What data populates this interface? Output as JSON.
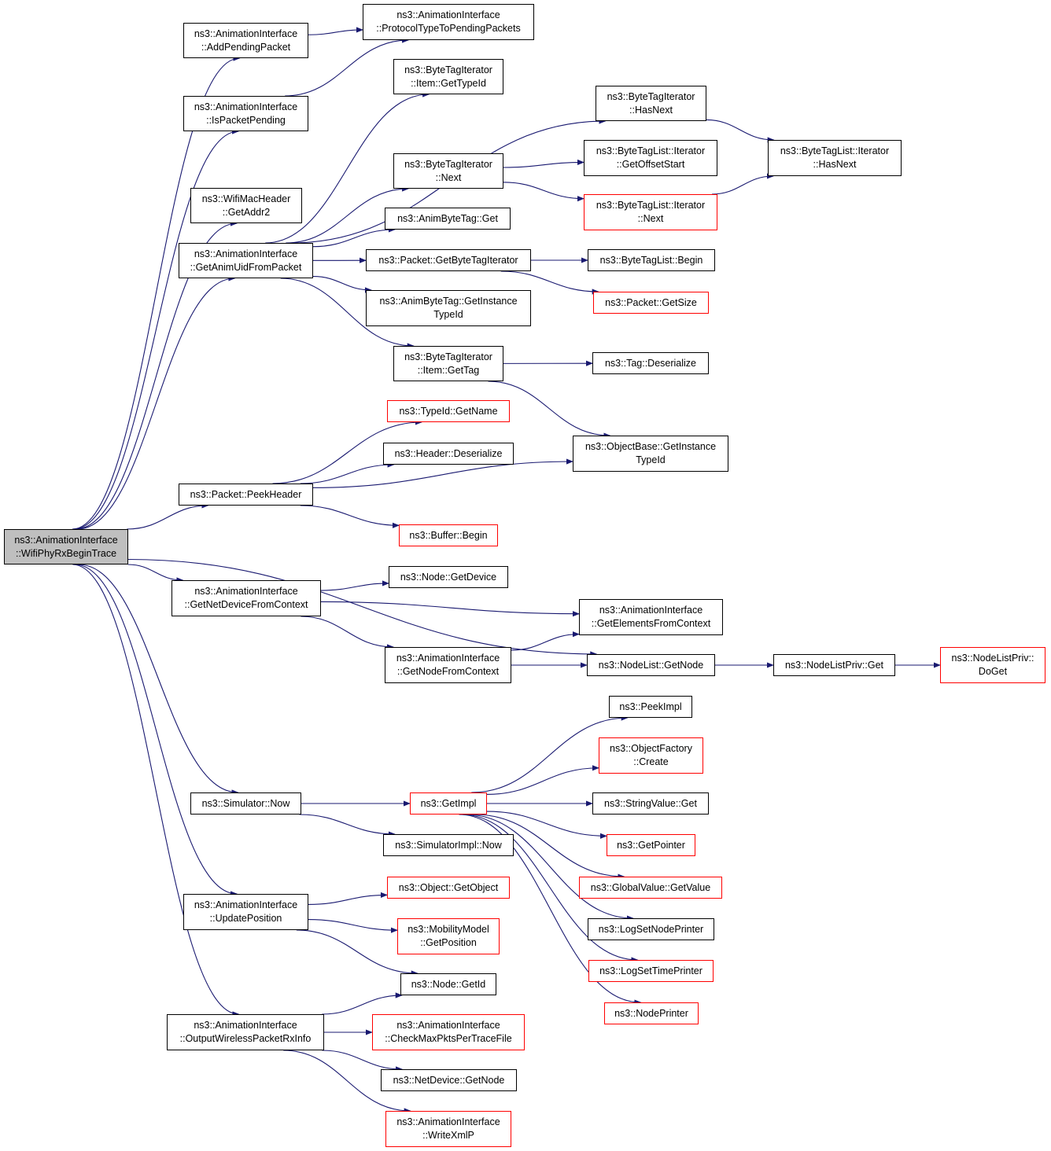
{
  "colors": {
    "edge": "#191970",
    "box_border": "#000000",
    "box_border_red": "#ff0000",
    "root_fill": "#bfbfbf"
  },
  "nodes": [
    {
      "id": "root",
      "label": "ns3::AnimationInterface\n::WifiPhyRxBeginTrace",
      "root": true
    },
    {
      "id": "addPending",
      "label": "ns3::AnimationInterface\n::AddPendingPacket"
    },
    {
      "id": "protoType",
      "label": "ns3::AnimationInterface\n::ProtocolTypeToPendingPackets"
    },
    {
      "id": "isPending",
      "label": "ns3::AnimationInterface\n::IsPacketPending"
    },
    {
      "id": "getAddr2",
      "label": "ns3::WifiMacHeader\n::GetAddr2"
    },
    {
      "id": "getAnimUid",
      "label": "ns3::AnimationInterface\n::GetAnimUidFromPacket"
    },
    {
      "id": "itemGetTypeId",
      "label": "ns3::ByteTagIterator\n::Item::GetTypeId"
    },
    {
      "id": "btiHasNext",
      "label": "ns3::ByteTagIterator\n::HasNext"
    },
    {
      "id": "btlIterHasNext",
      "label": "ns3::ByteTagList::Iterator\n::HasNext"
    },
    {
      "id": "btiNext",
      "label": "ns3::ByteTagIterator\n::Next"
    },
    {
      "id": "btlGetOffsetStart",
      "label": "ns3::ByteTagList::Iterator\n::GetOffsetStart"
    },
    {
      "id": "btlIterNext",
      "label": "ns3::ByteTagList::Iterator\n::Next",
      "red": true
    },
    {
      "id": "animByteTagGet",
      "label": "ns3::AnimByteTag::Get"
    },
    {
      "id": "pktGetBTI",
      "label": "ns3::Packet::GetByteTagIterator"
    },
    {
      "id": "btlBegin",
      "label": "ns3::ByteTagList::Begin"
    },
    {
      "id": "pktGetSize",
      "label": "ns3::Packet::GetSize",
      "red": true
    },
    {
      "id": "animGetInstTypeId",
      "label": "ns3::AnimByteTag::GetInstance\nTypeId"
    },
    {
      "id": "itemGetTag",
      "label": "ns3::ByteTagIterator\n::Item::GetTag"
    },
    {
      "id": "tagDeser",
      "label": "ns3::Tag::Deserialize"
    },
    {
      "id": "typeIdGetName",
      "label": "ns3::TypeId::GetName",
      "red": true
    },
    {
      "id": "headerDeser",
      "label": "ns3::Header::Deserialize"
    },
    {
      "id": "objBaseGetInst",
      "label": "ns3::ObjectBase::GetInstance\nTypeId"
    },
    {
      "id": "peekHeader",
      "label": "ns3::Packet::PeekHeader"
    },
    {
      "id": "bufferBegin",
      "label": "ns3::Buffer::Begin",
      "red": true
    },
    {
      "id": "getNetDevice",
      "label": "ns3::AnimationInterface\n::GetNetDeviceFromContext"
    },
    {
      "id": "nodeGetDevice",
      "label": "ns3::Node::GetDevice"
    },
    {
      "id": "getElements",
      "label": "ns3::AnimationInterface\n::GetElementsFromContext"
    },
    {
      "id": "getNodeFromCtx",
      "label": "ns3::AnimationInterface\n::GetNodeFromContext"
    },
    {
      "id": "nodeListGetNode",
      "label": "ns3::NodeList::GetNode"
    },
    {
      "id": "nodeListPrivGet",
      "label": "ns3::NodeListPriv::Get"
    },
    {
      "id": "nodeListPrivDoGet",
      "label": "ns3::NodeListPriv::\nDoGet",
      "red": true
    },
    {
      "id": "peekImpl",
      "label": "ns3::PeekImpl"
    },
    {
      "id": "objFactoryCreate",
      "label": "ns3::ObjectFactory\n::Create",
      "red": true
    },
    {
      "id": "simNow",
      "label": "ns3::Simulator::Now"
    },
    {
      "id": "getImpl",
      "label": "ns3::GetImpl",
      "red": true
    },
    {
      "id": "stringValueGet",
      "label": "ns3::StringValue::Get"
    },
    {
      "id": "simImplNow",
      "label": "ns3::SimulatorImpl::Now"
    },
    {
      "id": "getPointer",
      "label": "ns3::GetPointer",
      "red": true
    },
    {
      "id": "globalValueGet",
      "label": "ns3::GlobalValue::GetValue",
      "red": true
    },
    {
      "id": "objectGetObject",
      "label": "ns3::Object::GetObject",
      "red": true
    },
    {
      "id": "updatePosition",
      "label": "ns3::AnimationInterface\n::UpdatePosition"
    },
    {
      "id": "mobilityGetPos",
      "label": "ns3::MobilityModel\n::GetPosition",
      "red": true
    },
    {
      "id": "logSetNodePrinter",
      "label": "ns3::LogSetNodePrinter"
    },
    {
      "id": "logSetTimePrinter",
      "label": "ns3::LogSetTimePrinter",
      "red": true
    },
    {
      "id": "nodeGetId",
      "label": "ns3::Node::GetId"
    },
    {
      "id": "nodePrinter",
      "label": "ns3::NodePrinter",
      "red": true
    },
    {
      "id": "outputWireless",
      "label": "ns3::AnimationInterface\n::OutputWirelessPacketRxInfo"
    },
    {
      "id": "checkMaxPkts",
      "label": "ns3::AnimationInterface\n::CheckMaxPktsPerTraceFile",
      "red": true
    },
    {
      "id": "netDevGetNode",
      "label": "ns3::NetDevice::GetNode"
    },
    {
      "id": "writeXmlP",
      "label": "ns3::AnimationInterface\n::WriteXmlP",
      "red": true
    }
  ],
  "edges": [
    [
      "root",
      "addPending"
    ],
    [
      "root",
      "isPending"
    ],
    [
      "root",
      "getAddr2"
    ],
    [
      "root",
      "getAnimUid"
    ],
    [
      "root",
      "peekHeader"
    ],
    [
      "root",
      "getNetDevice"
    ],
    [
      "root",
      "nodeListGetNode"
    ],
    [
      "root",
      "simNow"
    ],
    [
      "root",
      "updatePosition"
    ],
    [
      "root",
      "outputWireless"
    ],
    [
      "addPending",
      "protoType"
    ],
    [
      "isPending",
      "protoType"
    ],
    [
      "getAnimUid",
      "itemGetTypeId"
    ],
    [
      "getAnimUid",
      "btiHasNext"
    ],
    [
      "getAnimUid",
      "btiNext"
    ],
    [
      "getAnimUid",
      "animByteTagGet"
    ],
    [
      "getAnimUid",
      "pktGetBTI"
    ],
    [
      "getAnimUid",
      "animGetInstTypeId"
    ],
    [
      "getAnimUid",
      "itemGetTag"
    ],
    [
      "btiHasNext",
      "btlIterHasNext"
    ],
    [
      "btiNext",
      "btlGetOffsetStart"
    ],
    [
      "btiNext",
      "btlIterNext"
    ],
    [
      "btlIterNext",
      "btlIterHasNext"
    ],
    [
      "pktGetBTI",
      "btlBegin"
    ],
    [
      "pktGetBTI",
      "pktGetSize"
    ],
    [
      "itemGetTag",
      "tagDeser"
    ],
    [
      "itemGetTag",
      "objBaseGetInst"
    ],
    [
      "peekHeader",
      "typeIdGetName"
    ],
    [
      "peekHeader",
      "headerDeser"
    ],
    [
      "peekHeader",
      "objBaseGetInst"
    ],
    [
      "peekHeader",
      "bufferBegin"
    ],
    [
      "getNetDevice",
      "nodeGetDevice"
    ],
    [
      "getNetDevice",
      "getElements"
    ],
    [
      "getNetDevice",
      "getNodeFromCtx"
    ],
    [
      "getNodeFromCtx",
      "getElements"
    ],
    [
      "getNodeFromCtx",
      "nodeListGetNode"
    ],
    [
      "nodeListGetNode",
      "nodeListPrivGet"
    ],
    [
      "nodeListPrivGet",
      "nodeListPrivDoGet"
    ],
    [
      "simNow",
      "getImpl"
    ],
    [
      "simNow",
      "simImplNow"
    ],
    [
      "getImpl",
      "peekImpl"
    ],
    [
      "getImpl",
      "objFactoryCreate"
    ],
    [
      "getImpl",
      "stringValueGet"
    ],
    [
      "getImpl",
      "getPointer"
    ],
    [
      "getImpl",
      "globalValueGet"
    ],
    [
      "getImpl",
      "logSetNodePrinter"
    ],
    [
      "getImpl",
      "logSetTimePrinter"
    ],
    [
      "getImpl",
      "nodePrinter"
    ],
    [
      "updatePosition",
      "objectGetObject"
    ],
    [
      "updatePosition",
      "mobilityGetPos"
    ],
    [
      "updatePosition",
      "nodeGetId"
    ],
    [
      "outputWireless",
      "nodeGetId"
    ],
    [
      "outputWireless",
      "checkMaxPkts"
    ],
    [
      "outputWireless",
      "netDevGetNode"
    ],
    [
      "outputWireless",
      "writeXmlP"
    ]
  ]
}
